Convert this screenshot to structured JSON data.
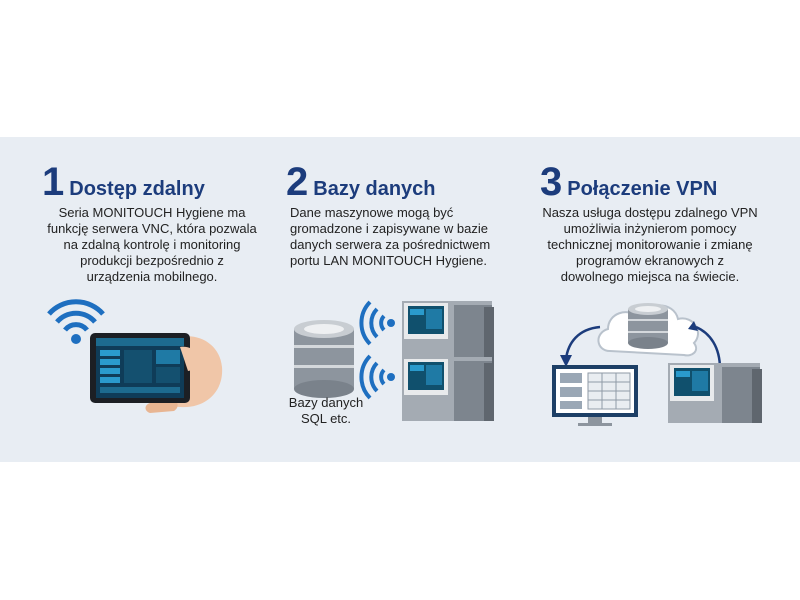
{
  "sections": [
    {
      "number": "1",
      "title": "Dostęp zdalny",
      "description": "Seria MONITOUCH Hygiene ma\nfunkcję serwera VNC, która pozwala\nna zdalną kontrolę i monitoring\nprodukcji bezpośrednio z\nurządzenia mobilnego."
    },
    {
      "number": "2",
      "title": "Bazy danych",
      "description": "Dane maszynowe mogą być\ngromadzone i zapisywane w bazie\ndanych serwera za pośrednictwem\nportu LAN MONITOUCH Hygiene.",
      "db_label": "Bazy danych\nSQL etc."
    },
    {
      "number": "3",
      "title": "Połączenie VPN",
      "description": "Nasza usługa dostępu zdalnego VPN\numożliwia inżynierom pomocy\ntechnicznej monitorowanie i zmianę\nprogramów ekranowych z\ndowolnego miejsca na świecie."
    }
  ],
  "colors": {
    "heading": "#1c3c7c",
    "band": "#e8edf3",
    "wifi": "#1e6fc0"
  },
  "icons": [
    "wifi-icon",
    "tablet-icon",
    "hand-icon",
    "database-icon",
    "hmi-terminal-icon",
    "cloud-icon",
    "monitor-icon",
    "arrow-icon"
  ]
}
